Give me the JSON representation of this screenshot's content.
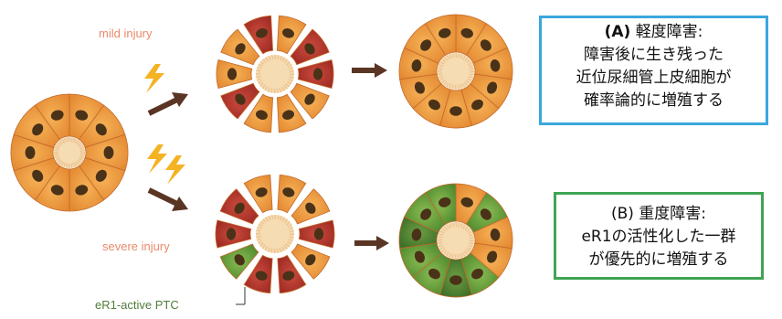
{
  "labels": {
    "mild": "mild injury",
    "severe": "severe injury",
    "eR1_ptc": "eR1-active PTC"
  },
  "box_a": {
    "prefix": "(A)",
    "title": "軽度障害:",
    "lines": [
      "障害後に生き残った",
      "近位尿細管上皮細胞が",
      "確率論的に増殖する"
    ]
  },
  "box_b": {
    "title": "(B) 重度障害:",
    "lines": [
      "eR1の活性化した一群",
      "が優先的に増殖する"
    ]
  },
  "colors": {
    "box_a_border": "#3aa7de",
    "box_b_border": "#3fa454",
    "cell_orange": "#ed9a40",
    "cell_damaged": "#b8382e",
    "cell_eR1": "#6ea03f",
    "nucleus": "#4a3218",
    "lumen": "#f6dcb2",
    "arrow": "#5a3524",
    "lightning": "#f4b323"
  },
  "icons": [
    "lightning-bolt-icon",
    "arrow-icon"
  ]
}
